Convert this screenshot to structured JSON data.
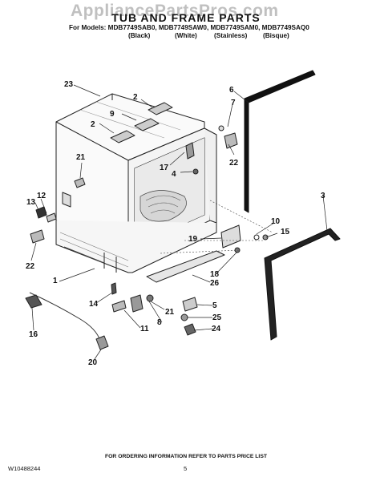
{
  "watermark": "AppliancePartsPros.com",
  "title": "TUB AND FRAME PARTS",
  "models_line": "For Models: MDB7749SAB0, MDB7749SAW0, MDB7749SAM0, MDB7749SAQ0",
  "finishes": [
    "(Black)",
    "(White)",
    "(Stainless)",
    "(Bisque)"
  ],
  "callouts": [
    "23",
    "2",
    "9",
    "2",
    "6",
    "7",
    "21",
    "17",
    "22",
    "4",
    "13",
    "12",
    "22",
    "3",
    "10",
    "19",
    "15",
    "18",
    "26",
    "1",
    "14",
    "21",
    "5",
    "8",
    "25",
    "11",
    "24",
    "16",
    "20"
  ],
  "footer": {
    "doc_number": "W10488244",
    "page_number": "5",
    "ordering_note": "FOR ORDERING INFORMATION REFER TO PARTS PRICE LIST"
  }
}
